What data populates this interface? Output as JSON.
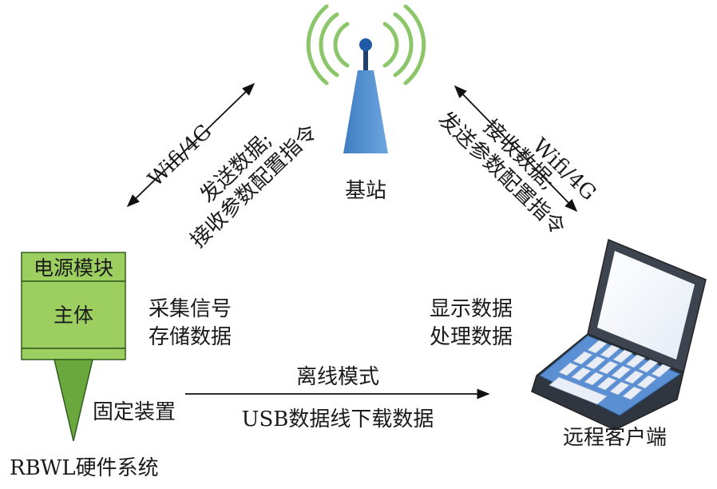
{
  "labels": {
    "base_station": "基站",
    "left_link_protocol": "Wifi/4G",
    "left_link_line1": "发送数据;",
    "left_link_line2": "接收参数配置指令",
    "right_link_protocol": "Wifi/4G",
    "right_link_line1": "接收数据;",
    "right_link_line2": "发送参数配置指令",
    "power_module": "电源模块",
    "main_body": "主体",
    "acquire_line1": "采集信号",
    "acquire_line2": "存储数据",
    "fixing_device": "固定装置",
    "hardware_system": "RBWL硬件系统",
    "offline_mode": "离线模式",
    "usb_download": "USB数据线下载数据",
    "display_line1": "显示数据",
    "display_line2": "处理数据",
    "remote_client": "远程客户端"
  },
  "icons": {
    "tower": "antenna-tower-icon",
    "laptop": "laptop-icon"
  },
  "colors": {
    "device_green": "#9ccf5f",
    "device_border": "#2f5d1e",
    "tower_blue": "#4a86c8",
    "signal_green": "#8cc66a",
    "laptop_blue": "#5b8fd4"
  }
}
